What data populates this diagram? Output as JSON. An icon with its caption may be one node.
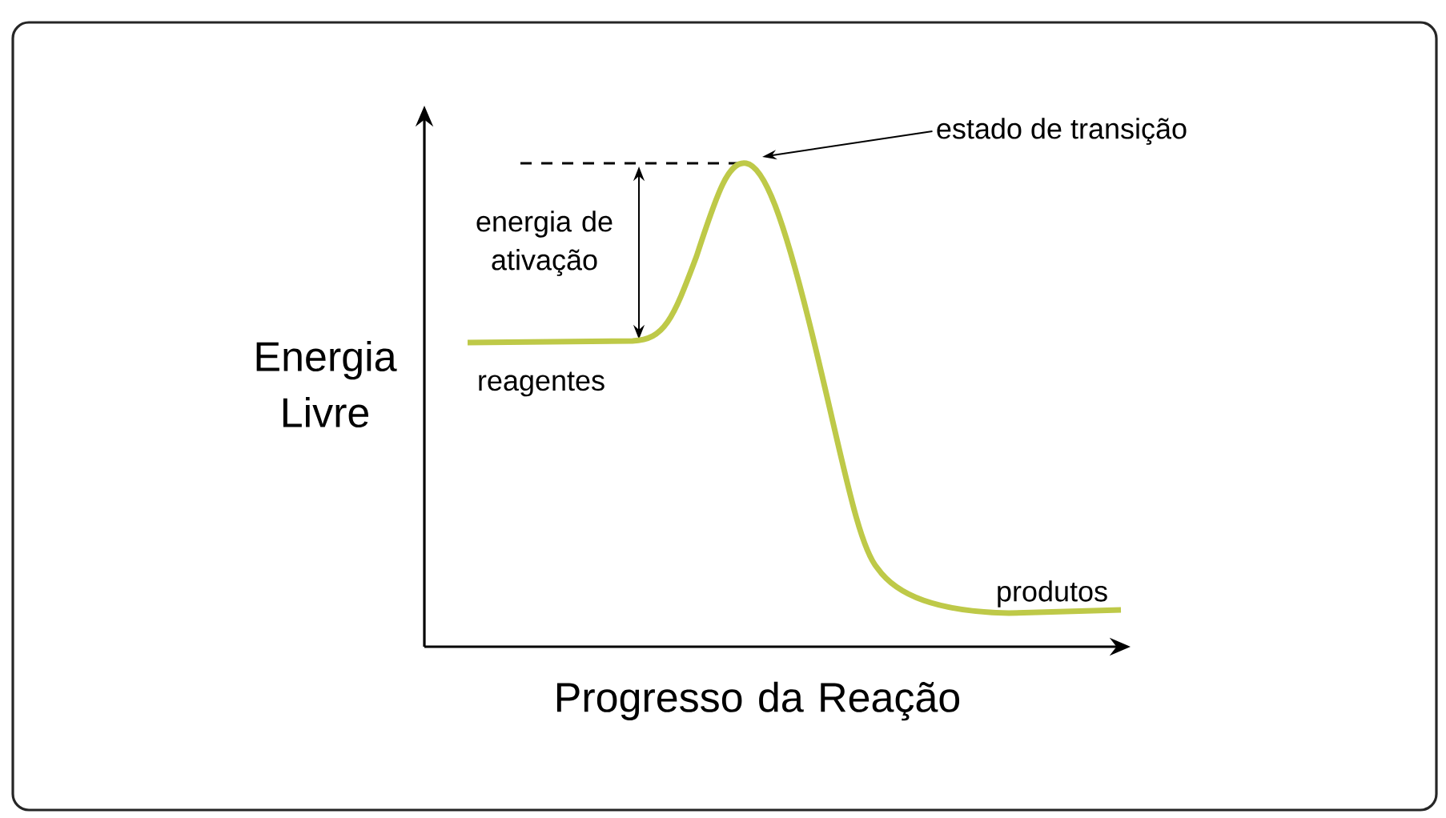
{
  "diagram": {
    "nodes": [
      {
        "text": [
          "estado de transição"
        ]
      },
      {
        "text": [],
        "shape": "curve"
      }
    ],
    "edges": [
      {
        "from": 0,
        "to": 1,
        "arrow": "to"
      }
    ],
    "labels": [
      "energia de ativação",
      "Energia Livre",
      "reagentes",
      "produtos",
      "Progresso da Reação"
    ]
  }
}
